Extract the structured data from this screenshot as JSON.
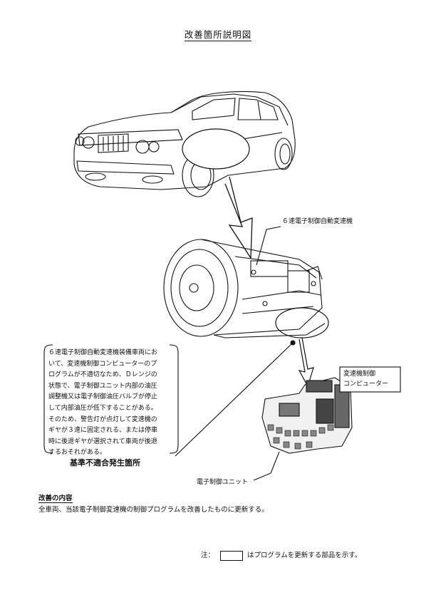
{
  "title": "改善箇所説明図",
  "labels": {
    "transmission": "６速電子制御自動変速機",
    "tcm": [
      "変速機制御",
      "コンピューター"
    ],
    "valve_body": "電子制御ユニット"
  },
  "defect": {
    "lines": [
      "６速電子制御自動変速機装備車両にお",
      "いて、変速機制御コンピューターのプ",
      "ログラムが不適切なため、Ｄレンジの",
      "状態で、電子制御ユニット内部の油圧",
      "調整機又は電子制御油圧バルブが停止",
      "して内部油圧が低下することがある。",
      "そのため、警告灯が点灯して変速機の",
      "ギヤが３速に固定される、または停車",
      "時に後退ギヤが選択されて車両が後退",
      "するおそれがある。"
    ],
    "caption": "基準不適合発生箇所"
  },
  "remedy": {
    "heading": "改善の内容",
    "body": "全車両、当該電子制御変速機の制御プログラムを改善したものに更新する。"
  },
  "note": {
    "prefix": "注：",
    "suffix": "はプログラムを更新する部品を示す。"
  }
}
